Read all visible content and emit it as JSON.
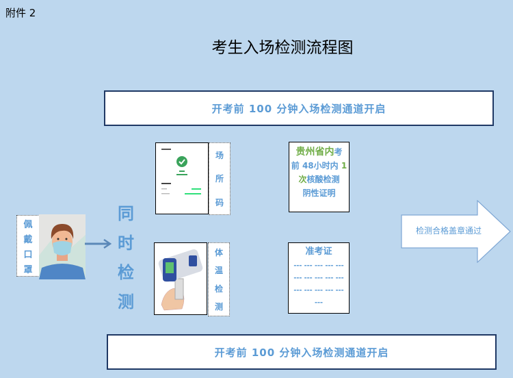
{
  "annex": "附件 2",
  "title": "考生入场检测流程图",
  "top_bar": "开考前 100 分钟入场检测通道开启",
  "bottom_bar": "开考前 100 分钟入场检测通道开启",
  "mask": {
    "label": [
      "佩",
      "戴",
      "口",
      "罩"
    ]
  },
  "simultaneous": [
    "同",
    "时",
    "检",
    "测"
  ],
  "venue_code": {
    "label": [
      "场",
      "所",
      "码"
    ]
  },
  "temperature": {
    "label": [
      "体",
      "温",
      "检",
      "测"
    ]
  },
  "nucleic": {
    "part1": "贵州省内",
    "part2": "考",
    "part3": "前 48小时内 ",
    "part4": "1",
    "part5": "次",
    "part6": "核酸检测",
    "part7": "阴性证明"
  },
  "admission": {
    "title": "准考证",
    "lines": [
      "--- --- --- --- ---",
      "--- --- --- --- ---",
      "--- --- --- --- ---",
      "---"
    ]
  },
  "pass": "检测合格盖章通过",
  "colors": {
    "background": "#bdd7ee",
    "text_blue": "#5b9bd5",
    "green": "#70ad47"
  }
}
